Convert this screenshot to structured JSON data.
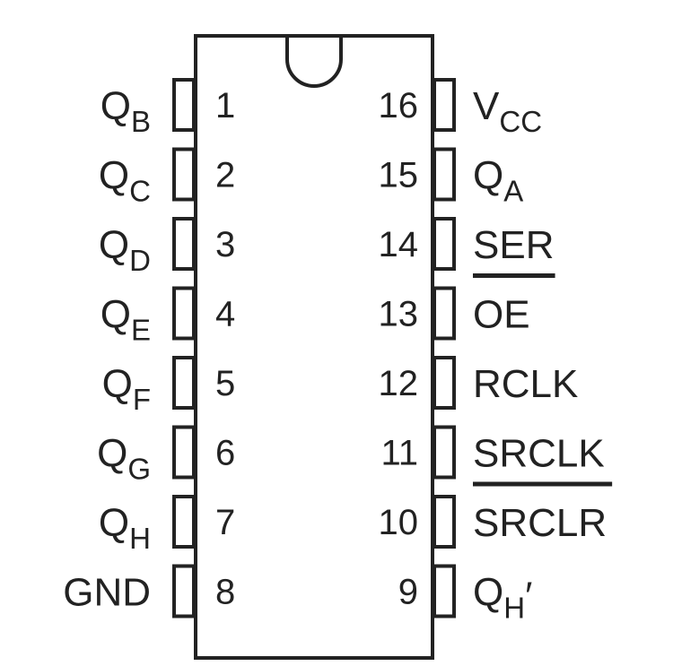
{
  "diagram": {
    "colors": {
      "line": "#222222",
      "background": "#ffffff"
    },
    "pins_left": [
      {
        "number": "1",
        "label_main": "Q",
        "label_sub": "B",
        "label_suffix": "",
        "overline": false
      },
      {
        "number": "2",
        "label_main": "Q",
        "label_sub": "C",
        "label_suffix": "",
        "overline": false
      },
      {
        "number": "3",
        "label_main": "Q",
        "label_sub": "D",
        "label_suffix": "",
        "overline": false
      },
      {
        "number": "4",
        "label_main": "Q",
        "label_sub": "E",
        "label_suffix": "",
        "overline": false
      },
      {
        "number": "5",
        "label_main": "Q",
        "label_sub": "F",
        "label_suffix": "",
        "overline": false
      },
      {
        "number": "6",
        "label_main": "Q",
        "label_sub": "G",
        "label_suffix": "",
        "overline": false
      },
      {
        "number": "7",
        "label_main": "Q",
        "label_sub": "H",
        "label_suffix": "",
        "overline": false
      },
      {
        "number": "8",
        "label_main": "GND",
        "label_sub": "",
        "label_suffix": "",
        "overline": false
      }
    ],
    "pins_right": [
      {
        "number": "16",
        "label_main": "V",
        "label_sub": "CC",
        "label_suffix": "",
        "overline": false
      },
      {
        "number": "15",
        "label_main": "Q",
        "label_sub": "A",
        "label_suffix": "",
        "overline": false
      },
      {
        "number": "14",
        "label_main": "SER",
        "label_sub": "",
        "label_suffix": "",
        "overline": false
      },
      {
        "number": "13",
        "label_main": "OE",
        "label_sub": "",
        "label_suffix": "",
        "overline": true
      },
      {
        "number": "12",
        "label_main": "RCLK",
        "label_sub": "",
        "label_suffix": "",
        "overline": false
      },
      {
        "number": "11",
        "label_main": "SRCLK",
        "label_sub": "",
        "label_suffix": "",
        "overline": false
      },
      {
        "number": "10",
        "label_main": "SRCLR",
        "label_sub": "",
        "label_suffix": "",
        "overline": true
      },
      {
        "number": "9",
        "label_main": "Q",
        "label_sub": "H",
        "label_suffix": "′",
        "overline": false
      }
    ]
  }
}
